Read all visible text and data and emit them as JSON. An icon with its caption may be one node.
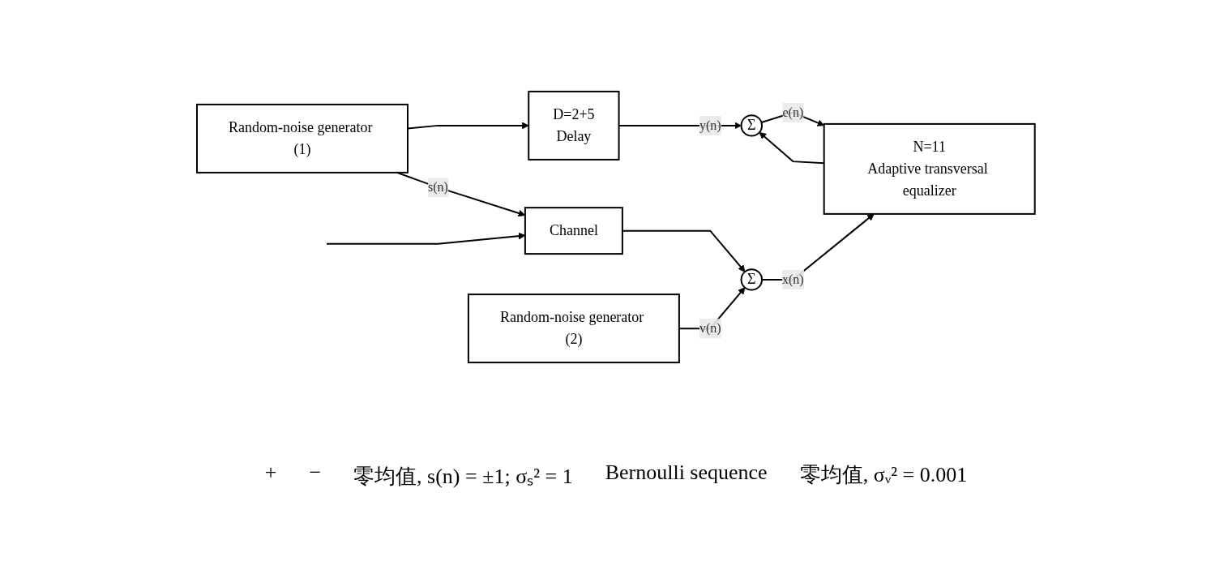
{
  "diagram": {
    "nodes": [
      {
        "text": [
          "Random-noise generator (1)"
        ]
      },
      {
        "text": [
          "D=2+5",
          "Delay"
        ]
      },
      {
        "text": [
          "Channel"
        ]
      },
      {
        "text": [
          "Σ"
        ]
      },
      {
        "text": [
          "N=11",
          "Adaptive transversal equalizer"
        ]
      },
      {
        "text": [
          "Σ"
        ]
      },
      {
        "text": [
          "Random-noise generator (2)"
        ]
      }
    ],
    "edges": [
      {
        "from": 0,
        "to": 1,
        "arrow": "to"
      },
      {
        "from": 0,
        "to": 2,
        "arrow": "to",
        "label": "s(n)"
      },
      {
        "from": 1,
        "to": 5,
        "arrow": "to",
        "label": "y(n)"
      },
      {
        "from": 2,
        "to": 3,
        "arrow": "to"
      },
      {
        "from": 3,
        "to": 4,
        "arrow": "to",
        "label": "x(n)"
      },
      {
        "from": 6,
        "to": 3,
        "arrow": "to",
        "label": "v(n)"
      },
      {
        "from": 4,
        "to": 5,
        "arrow": "to"
      },
      {
        "from": 5,
        "to": 4,
        "arrow": "to",
        "label": "e(n)"
      },
      {
        "from": null,
        "to": 2,
        "arrow": "to"
      }
    ],
    "labels": [
      "+",
      "−",
      "零均值, s(n) = ±1; σₛ² = 1",
      "Bernoulli sequence",
      "零均值, σᵥ² = 0.001"
    ]
  }
}
